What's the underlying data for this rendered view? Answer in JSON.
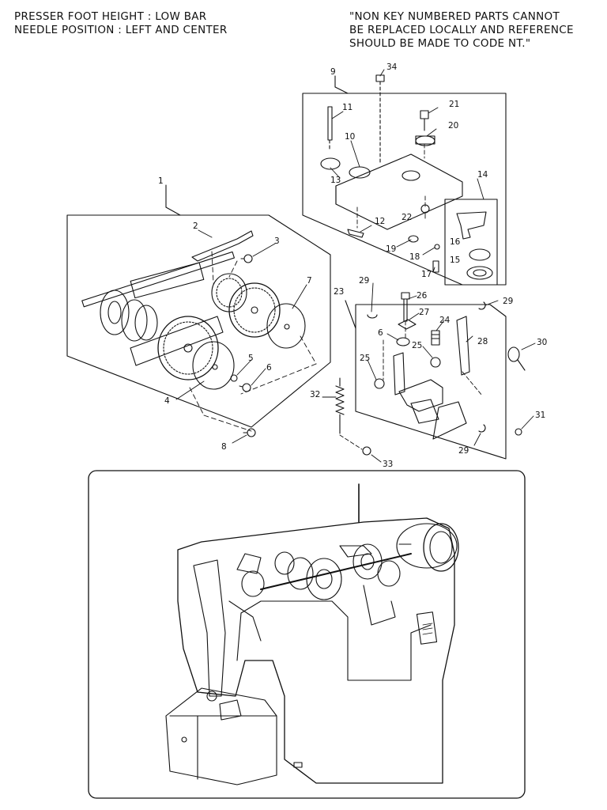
{
  "header": {
    "left_lines": [
      "PRESSER FOOT HEIGHT : LOW BAR",
      "NEEDLE POSITION : LEFT AND CENTER"
    ],
    "right_lines": [
      "\"NON KEY NUMBERED PARTS CANNOT",
      "BE REPLACED LOCALLY AND REFERENCE",
      "SHOULD BE MADE TO CODE NT.\""
    ]
  },
  "part_labels": [
    "1",
    "2",
    "3",
    "4",
    "5",
    "6",
    "7",
    "8",
    "9",
    "10",
    "11",
    "12",
    "13",
    "14",
    "15",
    "16",
    "17",
    "18",
    "19",
    "20",
    "21",
    "22",
    "23",
    "24",
    "25",
    "25",
    "26",
    "27",
    "28",
    "29",
    "29",
    "29",
    "30",
    "31",
    "32",
    "33",
    "34",
    "6"
  ]
}
